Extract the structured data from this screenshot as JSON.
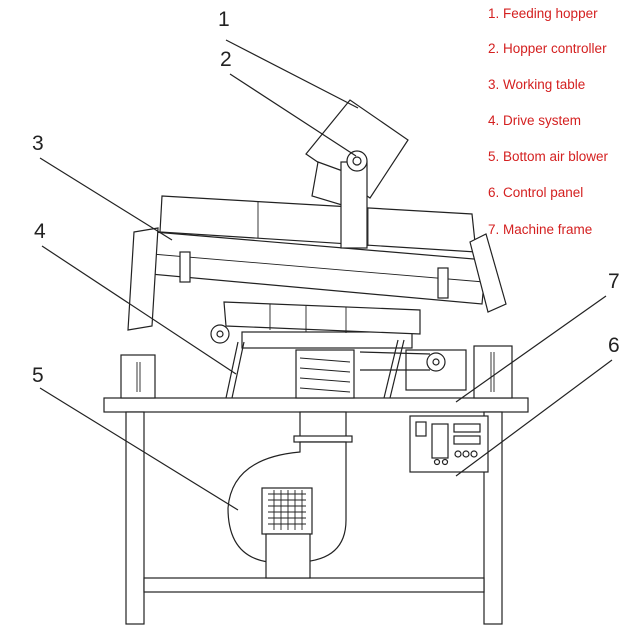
{
  "diagram": {
    "callouts": [
      "1",
      "2",
      "3",
      "4",
      "5",
      "6",
      "7"
    ],
    "legend": [
      "1. Feeding hopper",
      "2. Hopper controller",
      "3. Working table",
      "4. Drive system",
      "5. Bottom air blower",
      "6. Control panel",
      "7. Machine frame"
    ],
    "colors": {
      "legend_text": "#d42020",
      "line": "#222222",
      "background": "#ffffff"
    }
  }
}
